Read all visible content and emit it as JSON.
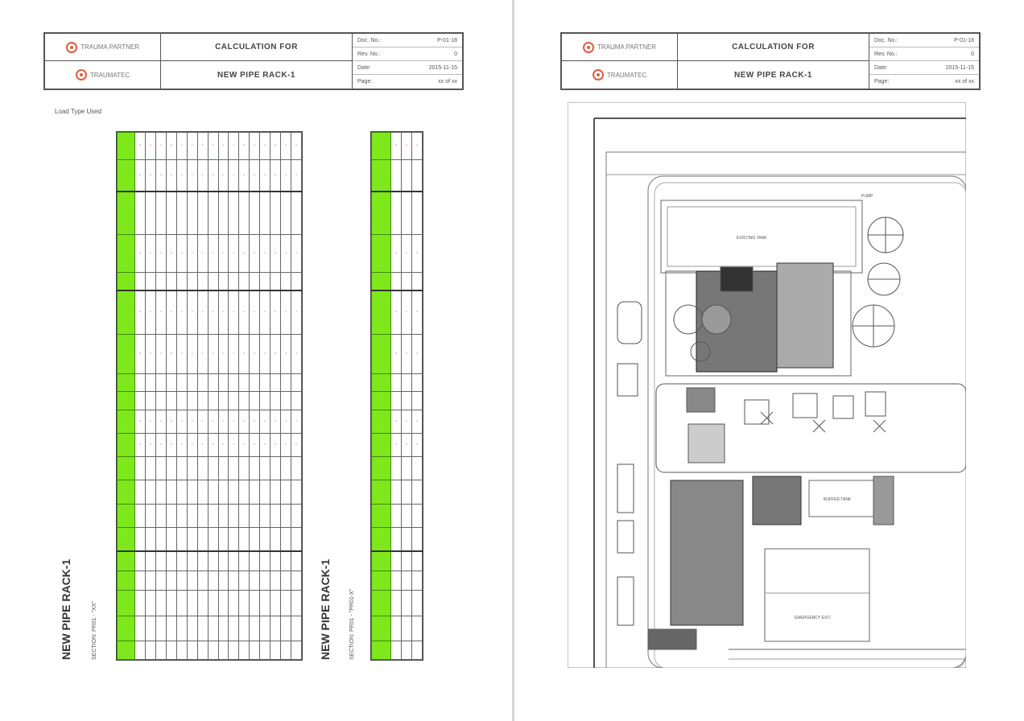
{
  "left": {
    "title_block": {
      "company1": "TRAUMA PARTNER",
      "company2": "TRAUMATEC",
      "calc_title": "CALCULATION FOR",
      "project": "NEW PIPE RACK-1",
      "meta": [
        {
          "label": "Doc. No.:",
          "value": "P-01-18"
        },
        {
          "label": "Rev. No.:",
          "value": "0"
        },
        {
          "label": "Date:",
          "value": "2015-11-15"
        },
        {
          "label": "Page:",
          "value": "xx of xx"
        }
      ]
    },
    "caption": "Load Type Used",
    "rotated_titles": [
      {
        "big": "NEW PIPE RACK-1",
        "small": "SECTION: PR01 - \"XX\""
      },
      {
        "big": "NEW PIPE RACK-1",
        "small": "SECTION: PR01 - \"PR01-X\""
      }
    ]
  },
  "right": {
    "title_block": {
      "company1": "TRAUMA PARTNER",
      "company2": "TRAUMATEC",
      "calc_title": "CALCULATION FOR",
      "project": "NEW PIPE RACK-1",
      "meta": [
        {
          "label": "Doc. No.:",
          "value": "P-01-18"
        },
        {
          "label": "Rev. No.:",
          "value": "0"
        },
        {
          "label": "Date:",
          "value": "2015-11-15"
        },
        {
          "label": "Page:",
          "value": "xx of xx"
        }
      ]
    },
    "drawing_labels": {
      "area1": "EXISTING TANK",
      "area2": "BUFFER TANK",
      "area3": "EMERGENCY EXIT",
      "area4": "PUMP"
    }
  },
  "colors": {
    "header_green": "#7fe81a",
    "value_red": "#e05a5a",
    "logo": "#e25c3c"
  }
}
